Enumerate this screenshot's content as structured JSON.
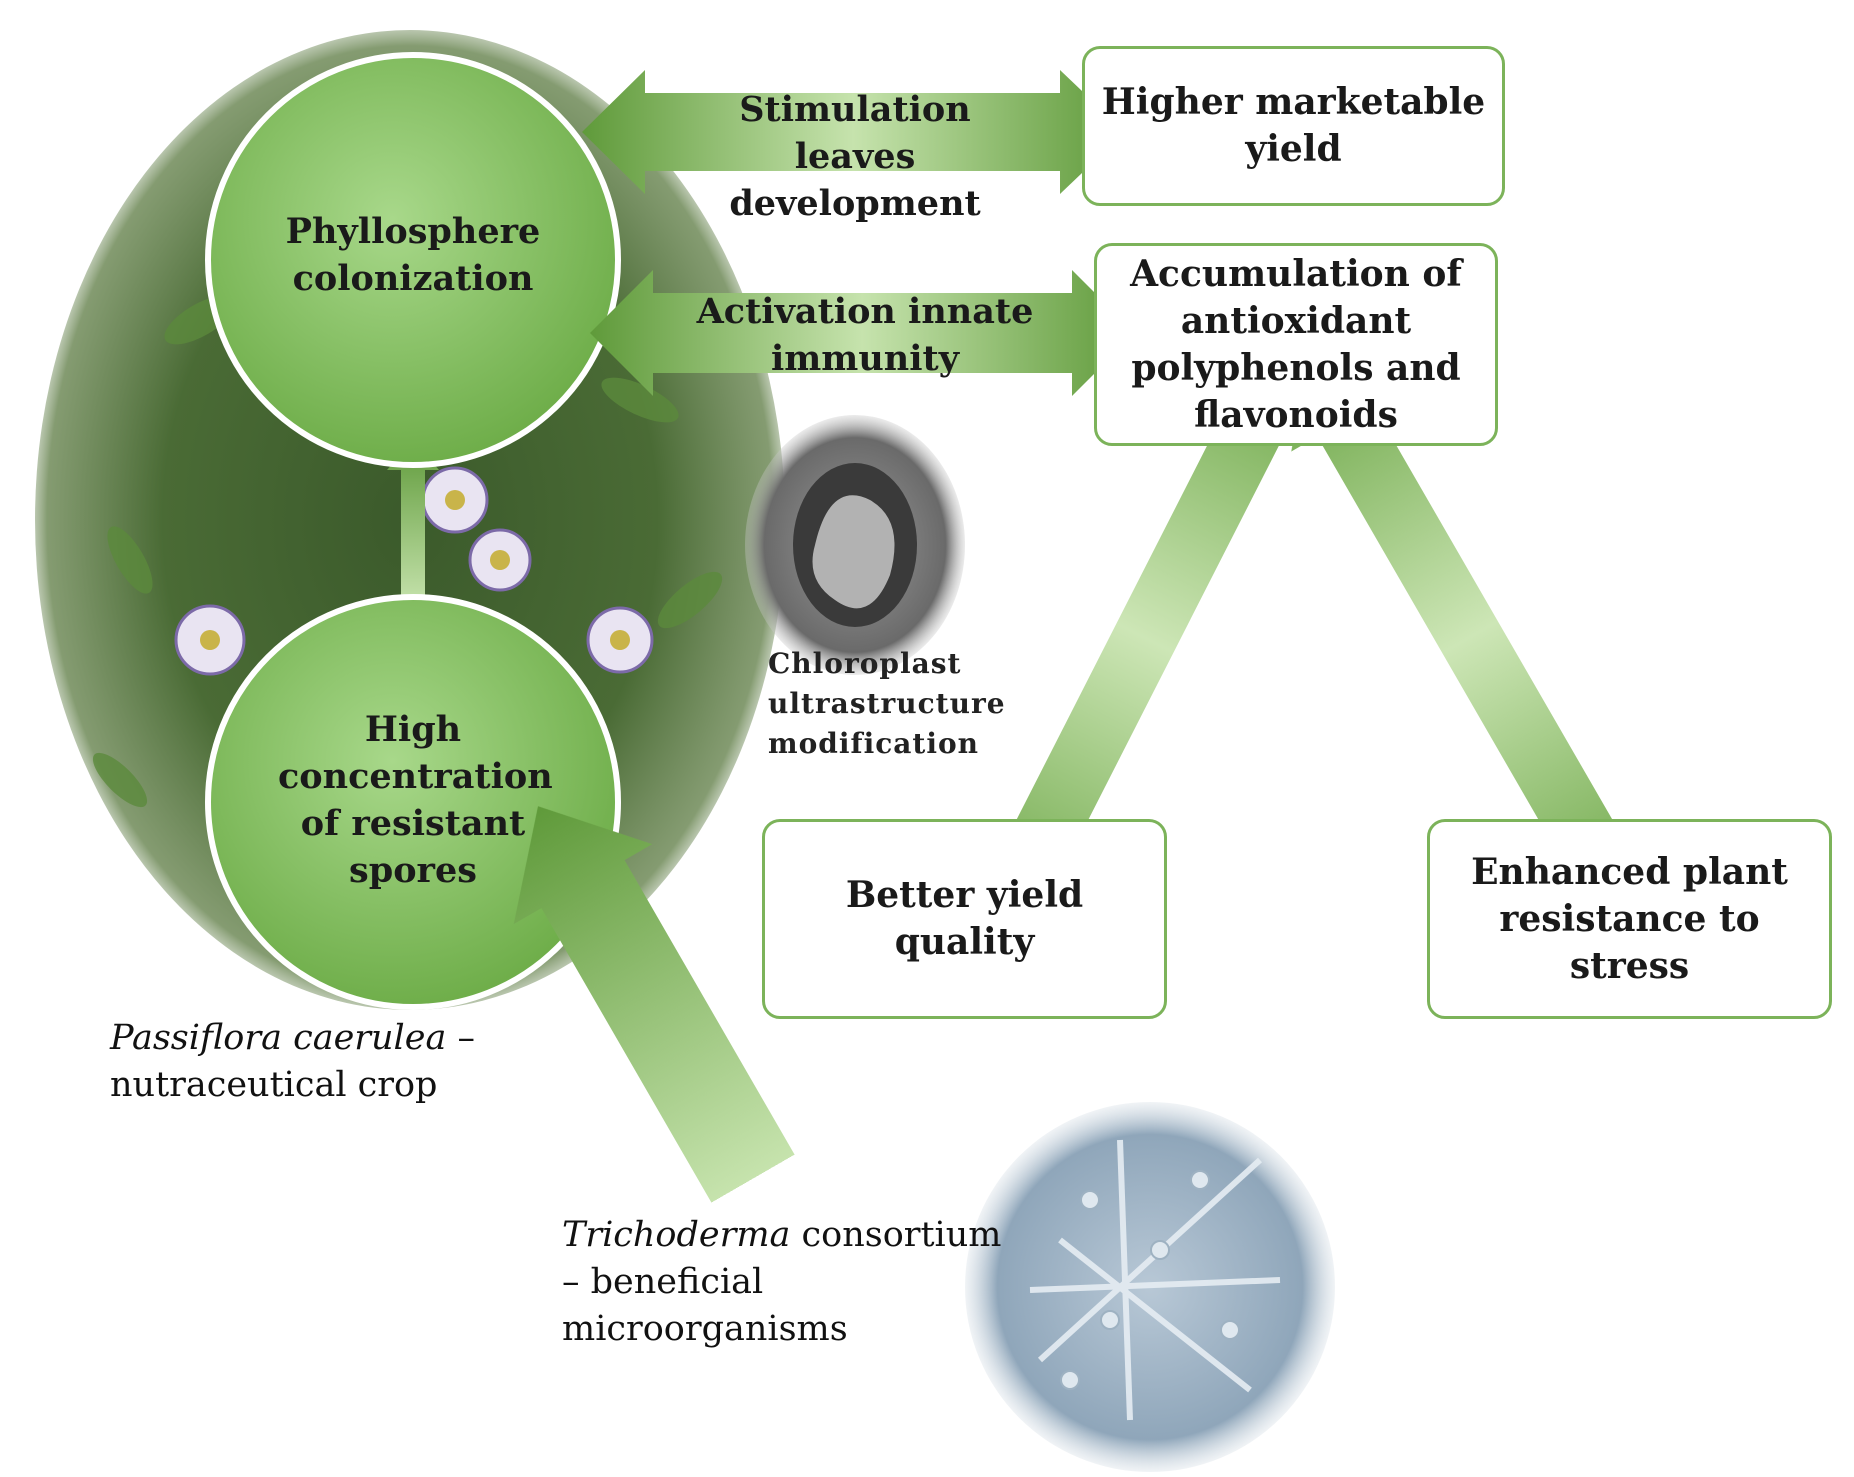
{
  "colors": {
    "accent_dark": "#5f9a3a",
    "accent_light": "#c6e3ad",
    "box_border": "#7cb35a",
    "foliage": "#3e5a2e",
    "circle_fill": "#8cc36a"
  },
  "circles": {
    "phyllosphere": "Phyllosphere colonization",
    "spores": "High concentration of resistant spores"
  },
  "arrows": {
    "stimulation": "Stimulation leaves development",
    "activation": "Activation innate immunity"
  },
  "boxes": {
    "marketable": "Higher marketable yield",
    "accumulation": "Accumulation of antioxidant polyphenols and flavonoids",
    "quality": "Better yield quality",
    "resistance": "Enhanced plant resistance to stress"
  },
  "captions": {
    "chloroplast": "Chloroplast ultrastructure modification",
    "plant_name": "Passiflora caerulea",
    "plant_rest": " – nutraceutical crop",
    "trich_name": "Trichoderma",
    "trich_rest": " consortium – beneficial microorganisms"
  }
}
